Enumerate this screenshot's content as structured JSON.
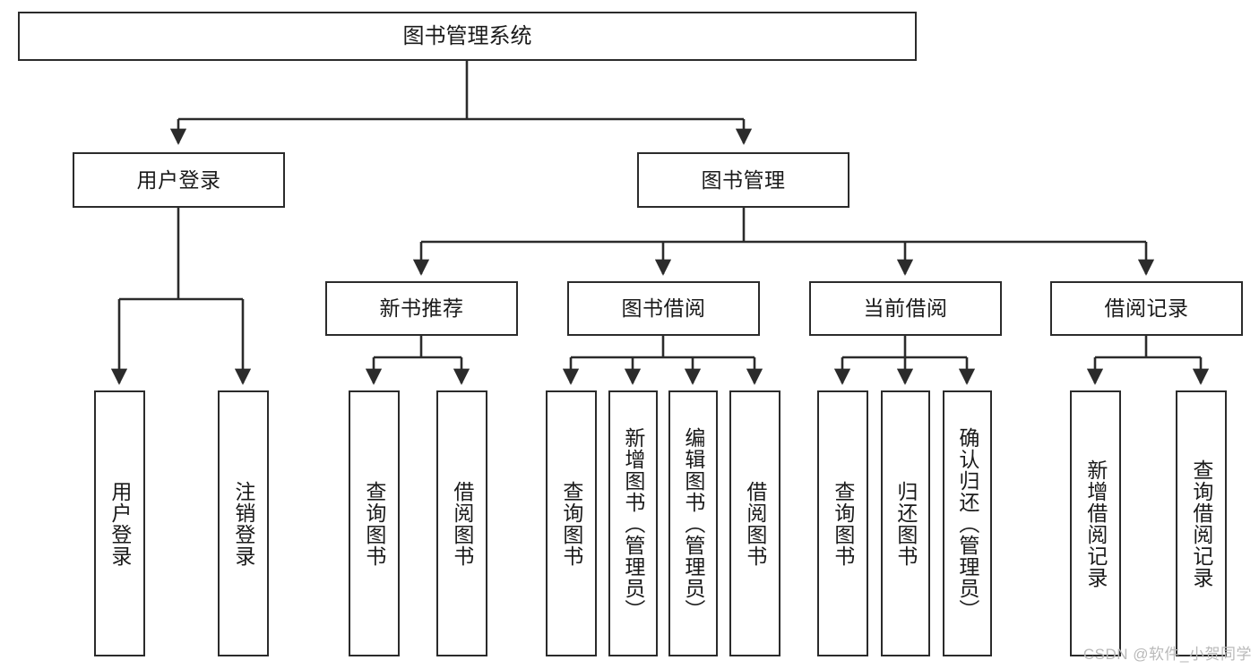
{
  "diagram": {
    "type": "tree-hierarchy",
    "title": "图书管理系统",
    "watermark": "CSDN @软件_小贺同学",
    "colors": {
      "box_border": "#2b2b2b",
      "box_fill": "#ffffff",
      "edge": "#2b2b2b",
      "text": "#1a1a1a",
      "watermark": "#b9b9b9",
      "background": "#ffffff"
    },
    "levels": {
      "root": [
        "图书管理系统"
      ],
      "level2": [
        "用户登录",
        "图书管理"
      ],
      "level3": [
        "新书推荐",
        "图书借阅",
        "当前借阅",
        "借阅记录"
      ],
      "leaves": [
        "用户登录",
        "注销登录",
        "查询图书",
        "借阅图书",
        "查询图书",
        "新增图书（管理员）",
        "编辑图书（管理员）",
        "借阅图书",
        "查询图书",
        "归还图书",
        "确认归还（管理员）",
        "新增借阅记录",
        "查询借阅记录"
      ]
    }
  },
  "nodes": {
    "root": {
      "label": "图书管理系统"
    },
    "user_login": {
      "label": "用户登录"
    },
    "book_manage": {
      "label": "图书管理"
    },
    "new_book_rec": {
      "label": "新书推荐"
    },
    "book_borrow": {
      "label": "图书借阅"
    },
    "current_borrow": {
      "label": "当前借阅"
    },
    "borrow_record": {
      "label": "借阅记录"
    },
    "leaf_user_login": {
      "label": "用户登录"
    },
    "leaf_logout": {
      "label": "注销登录"
    },
    "leaf_query_book_1": {
      "label": "查询图书"
    },
    "leaf_borrow_book_1": {
      "label": "借阅图书"
    },
    "leaf_query_book_2": {
      "label": "查询图书"
    },
    "leaf_add_book": {
      "label": "新增图书（管理员）"
    },
    "leaf_edit_book": {
      "label": "编辑图书（管理员）"
    },
    "leaf_borrow_book_2": {
      "label": "借阅图书"
    },
    "leaf_query_book_3": {
      "label": "查询图书"
    },
    "leaf_return_book": {
      "label": "归还图书"
    },
    "leaf_confirm_return": {
      "label": "确认归还（管理员）"
    },
    "leaf_add_record": {
      "label": "新增借阅记录"
    },
    "leaf_query_record": {
      "label": "查询借阅记录"
    }
  }
}
